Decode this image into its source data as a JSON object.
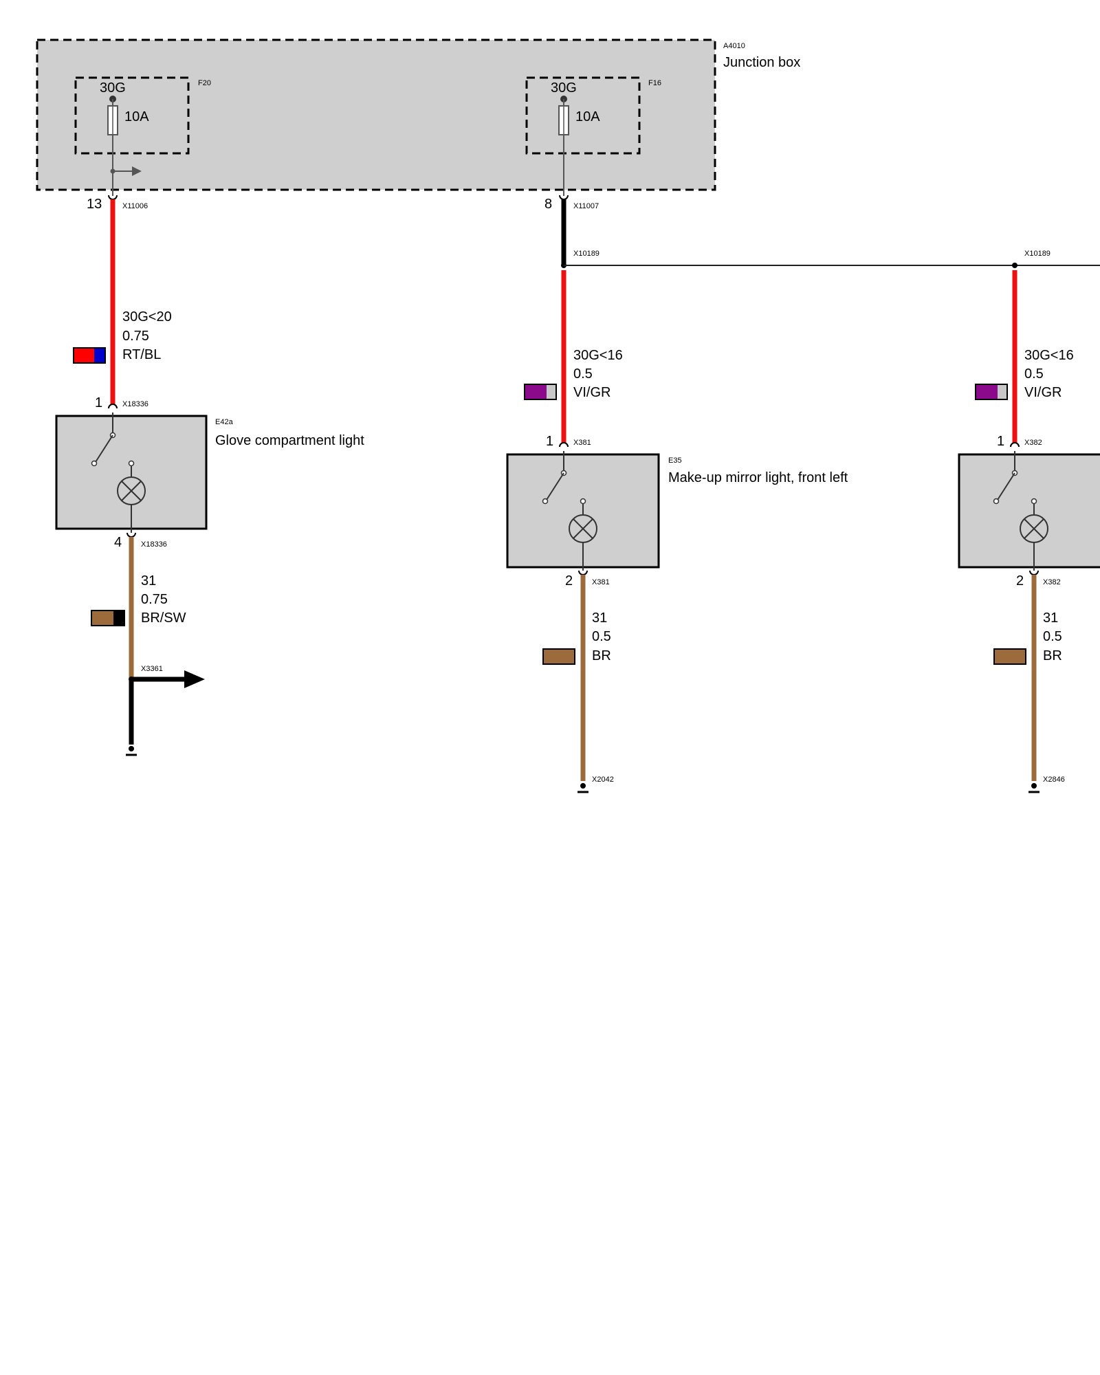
{
  "junction_box": {
    "id": "A4010",
    "name": "Junction box"
  },
  "fuses": [
    {
      "id": "F20",
      "terminal": "30G",
      "rating": "10A",
      "out_pin": "13",
      "out_connector": "X11006"
    },
    {
      "id": "F16",
      "terminal": "30G",
      "rating": "10A",
      "out_pin": "8",
      "out_connector": "X11007"
    }
  ],
  "splices": [
    {
      "label": "X10189"
    },
    {
      "label": "X10189"
    }
  ],
  "wires": [
    {
      "signal": "30G<20",
      "gauge": "0.75",
      "color_code": "RT/BL",
      "colors": [
        "#ff0000",
        "#0000cc"
      ]
    },
    {
      "signal": "31",
      "gauge": "0.75",
      "color_code": "BR/SW",
      "colors": [
        "#9c6b3c",
        "#000000"
      ]
    },
    {
      "signal": "30G<16",
      "gauge": "0.5",
      "color_code": "VI/GR",
      "colors": [
        "#8b0a8b",
        "#c8c8c8"
      ]
    },
    {
      "signal": "31",
      "gauge": "0.5",
      "color_code": "BR",
      "colors": [
        "#9c6b3c"
      ]
    },
    {
      "signal": "30G<16",
      "gauge": "0.5",
      "color_code": "VI/GR",
      "colors": [
        "#8b0a8b",
        "#c8c8c8"
      ]
    },
    {
      "signal": "31",
      "gauge": "0.5",
      "color_code": "BR",
      "colors": [
        "#9c6b3c"
      ]
    }
  ],
  "components": [
    {
      "id": "E42a",
      "name": "Glove compartment light",
      "pin_in": "1",
      "conn_in": "X18336",
      "pin_out": "4",
      "conn_out": "X18336"
    },
    {
      "id": "E35",
      "name": "Make-up mirror light, front left",
      "pin_in": "1",
      "conn_in": "X381",
      "pin_out": "2",
      "conn_out": "X381"
    },
    {
      "id": "",
      "name": "",
      "pin_in": "1",
      "conn_in": "X382",
      "pin_out": "2",
      "conn_out": "X382"
    }
  ],
  "grounds": [
    {
      "label": "X3361"
    },
    {
      "label": "X2042"
    },
    {
      "label": "X2846"
    }
  ],
  "colors": {
    "box_fill": "#cfcfcf",
    "red": "#ee1111",
    "black": "#000000",
    "brown": "#9c6b3c",
    "thin_line": "#555555"
  }
}
